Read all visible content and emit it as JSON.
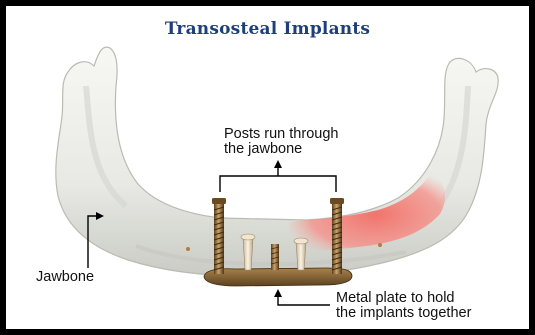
{
  "title": "Transosteal Implants",
  "labels": {
    "posts_line1": "Posts run through",
    "posts_line2": "the jawbone",
    "jawbone": "Jawbone",
    "plate_line1": "Metal plate to hold",
    "plate_line2": "the implants together"
  },
  "colors": {
    "title": "#1e3f7a",
    "bone": "#eeeeea",
    "bone_shadow": "#c9cbc4",
    "inflammation": "#f47c74",
    "metal": "#8a6a3c",
    "frame": "#000000"
  }
}
